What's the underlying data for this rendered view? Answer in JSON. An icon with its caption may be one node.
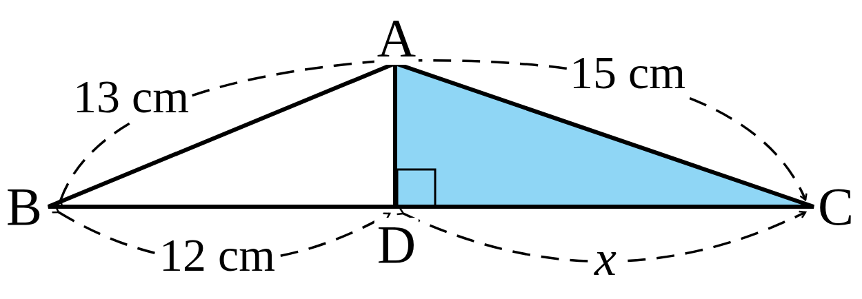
{
  "diagram": {
    "labels": [
      "A",
      "13 cm",
      "15 cm",
      "B",
      "C",
      "D",
      "12 cm",
      "x"
    ]
  }
}
